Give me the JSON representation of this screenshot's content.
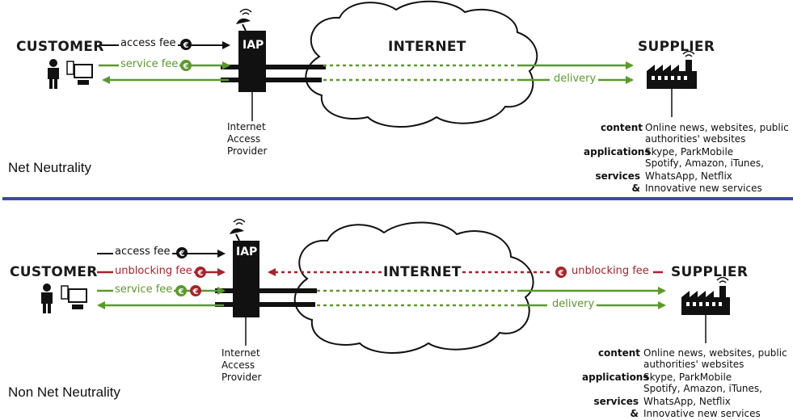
{
  "panels": [
    {
      "title": "Net Neutrality",
      "customer_label": "CUSTOMER",
      "iap_label": "IAP",
      "internet_label": "INTERNET",
      "supplier_label": "SUPPLIER",
      "access_fee": "access fee",
      "service_fee": "service fee",
      "delivery": "delivery",
      "iap_caption": [
        "Internet",
        "Access",
        "Provider"
      ],
      "offer": {
        "content_key": "content",
        "content_val": [
          "Online news, websites, public",
          "authorities' websites"
        ],
        "applications_key": "applications",
        "applications_val": [
          "Skype, ParkMobile",
          "Spotify, Amazon, iTunes,"
        ],
        "services_key": "services",
        "services_val": "WhatsApp, Netflix",
        "amp_key": "&",
        "amp_val": "Innovative new services"
      }
    },
    {
      "title": "Non Net Neutrality",
      "customer_label": "CUSTOMER",
      "iap_label": "IAP",
      "internet_label": "INTERNET",
      "supplier_label": "SUPPLIER",
      "access_fee": "access fee",
      "unblocking_fee": "unblocking fee",
      "service_fee": "service fee",
      "supplier_unblocking_fee": "unblocking fee",
      "delivery": "delivery",
      "iap_caption": [
        "Internet",
        "Access",
        "Provider"
      ],
      "offer": {
        "content_key": "content",
        "content_val": [
          "Online news, websites, public",
          "authorities' websites"
        ],
        "applications_key": "applications",
        "applications_val": [
          "Skype, ParkMobile",
          "Spotify, Amazon, iTunes,"
        ],
        "services_key": "services",
        "services_val": "WhatsApp, Netflix",
        "amp_key": "&",
        "amp_val": "Innovative new services"
      }
    }
  ],
  "colors": {
    "green": "#5a9a2a",
    "red": "#a8232a",
    "black": "#111111",
    "divider": "#3a4aa8"
  },
  "icons": [
    "euro-coin-icon",
    "person-icon",
    "computer-icon",
    "satellite-dish-icon",
    "factory-icon",
    "cloud-icon"
  ]
}
